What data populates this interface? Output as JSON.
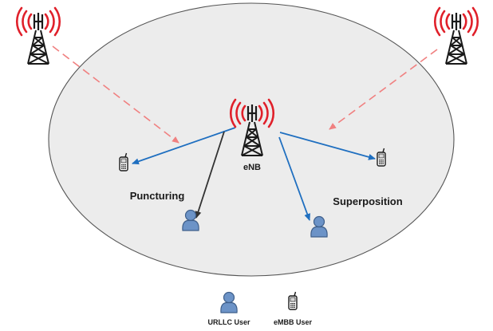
{
  "labels": {
    "enb": "eNB",
    "puncturing": "Puncturing",
    "superposition": "Superposition"
  },
  "legend": {
    "urllc": "URLLC User",
    "embb": "eMBB User"
  },
  "colors": {
    "cell_fill": "#ececec",
    "cell_stroke": "#555555",
    "tower": "#1a1a1a",
    "radio_waves": "#e0202a",
    "interference_link": "#f08080",
    "embb_link": "#1f6fc0",
    "urllc_link": "#333333",
    "user_body": "#6c93c7",
    "user_outline": "#3f5f8a"
  },
  "icons": {
    "base_station": "cell-tower-icon",
    "urllc_user": "person-icon",
    "embb_user": "mobile-phone-icon"
  }
}
